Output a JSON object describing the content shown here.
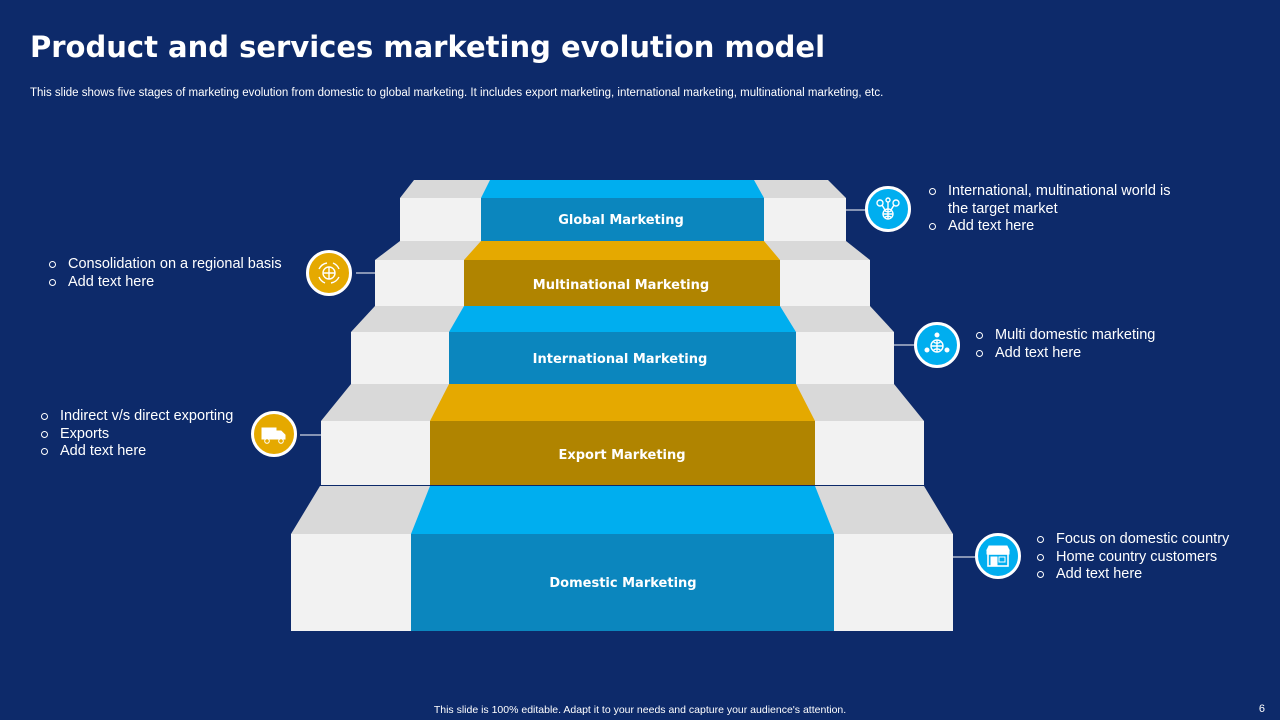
{
  "slide": {
    "title": "Product and services marketing evolution model",
    "subtitle": "This slide shows five stages of marketing evolution from domestic to global marketing. It includes export marketing, international marketing, multinational marketing, etc.",
    "footer": "This slide is 100% editable. Adapt it to your needs and capture your audience's attention.",
    "page_number": "6"
  },
  "colors": {
    "background": "#0d2a6a",
    "blue_front": "#0b86be",
    "blue_top": "#00aeef",
    "gold_front": "#b08400",
    "gold_top": "#e5a900",
    "stair_front": "#f2f2f2",
    "stair_top": "#d9d9d9"
  },
  "steps": [
    {
      "label": "Global Marketing",
      "color": "blue"
    },
    {
      "label": "Multinational Marketing",
      "color": "gold"
    },
    {
      "label": "International Marketing",
      "color": "blue"
    },
    {
      "label": "Export Marketing",
      "color": "gold"
    },
    {
      "label": "Domestic Marketing",
      "color": "blue"
    }
  ],
  "callouts": {
    "global": {
      "icon": "network-globe-icon",
      "items": [
        "International,  multinational world is the target market",
        "Add text here"
      ]
    },
    "multinational": {
      "icon": "globe-arrows-icon",
      "items": [
        "Consolidation on a regional basis",
        "Add text here"
      ]
    },
    "international": {
      "icon": "globe-people-icon",
      "items": [
        "Multi domestic marketing",
        "Add text here"
      ]
    },
    "export": {
      "icon": "delivery-truck-icon",
      "items": [
        "Indirect v/s direct exporting",
        "Exports",
        "Add text here"
      ]
    },
    "domestic": {
      "icon": "storefront-icon",
      "items": [
        "Focus on domestic country",
        "Home country customers",
        "Add text here"
      ]
    }
  }
}
